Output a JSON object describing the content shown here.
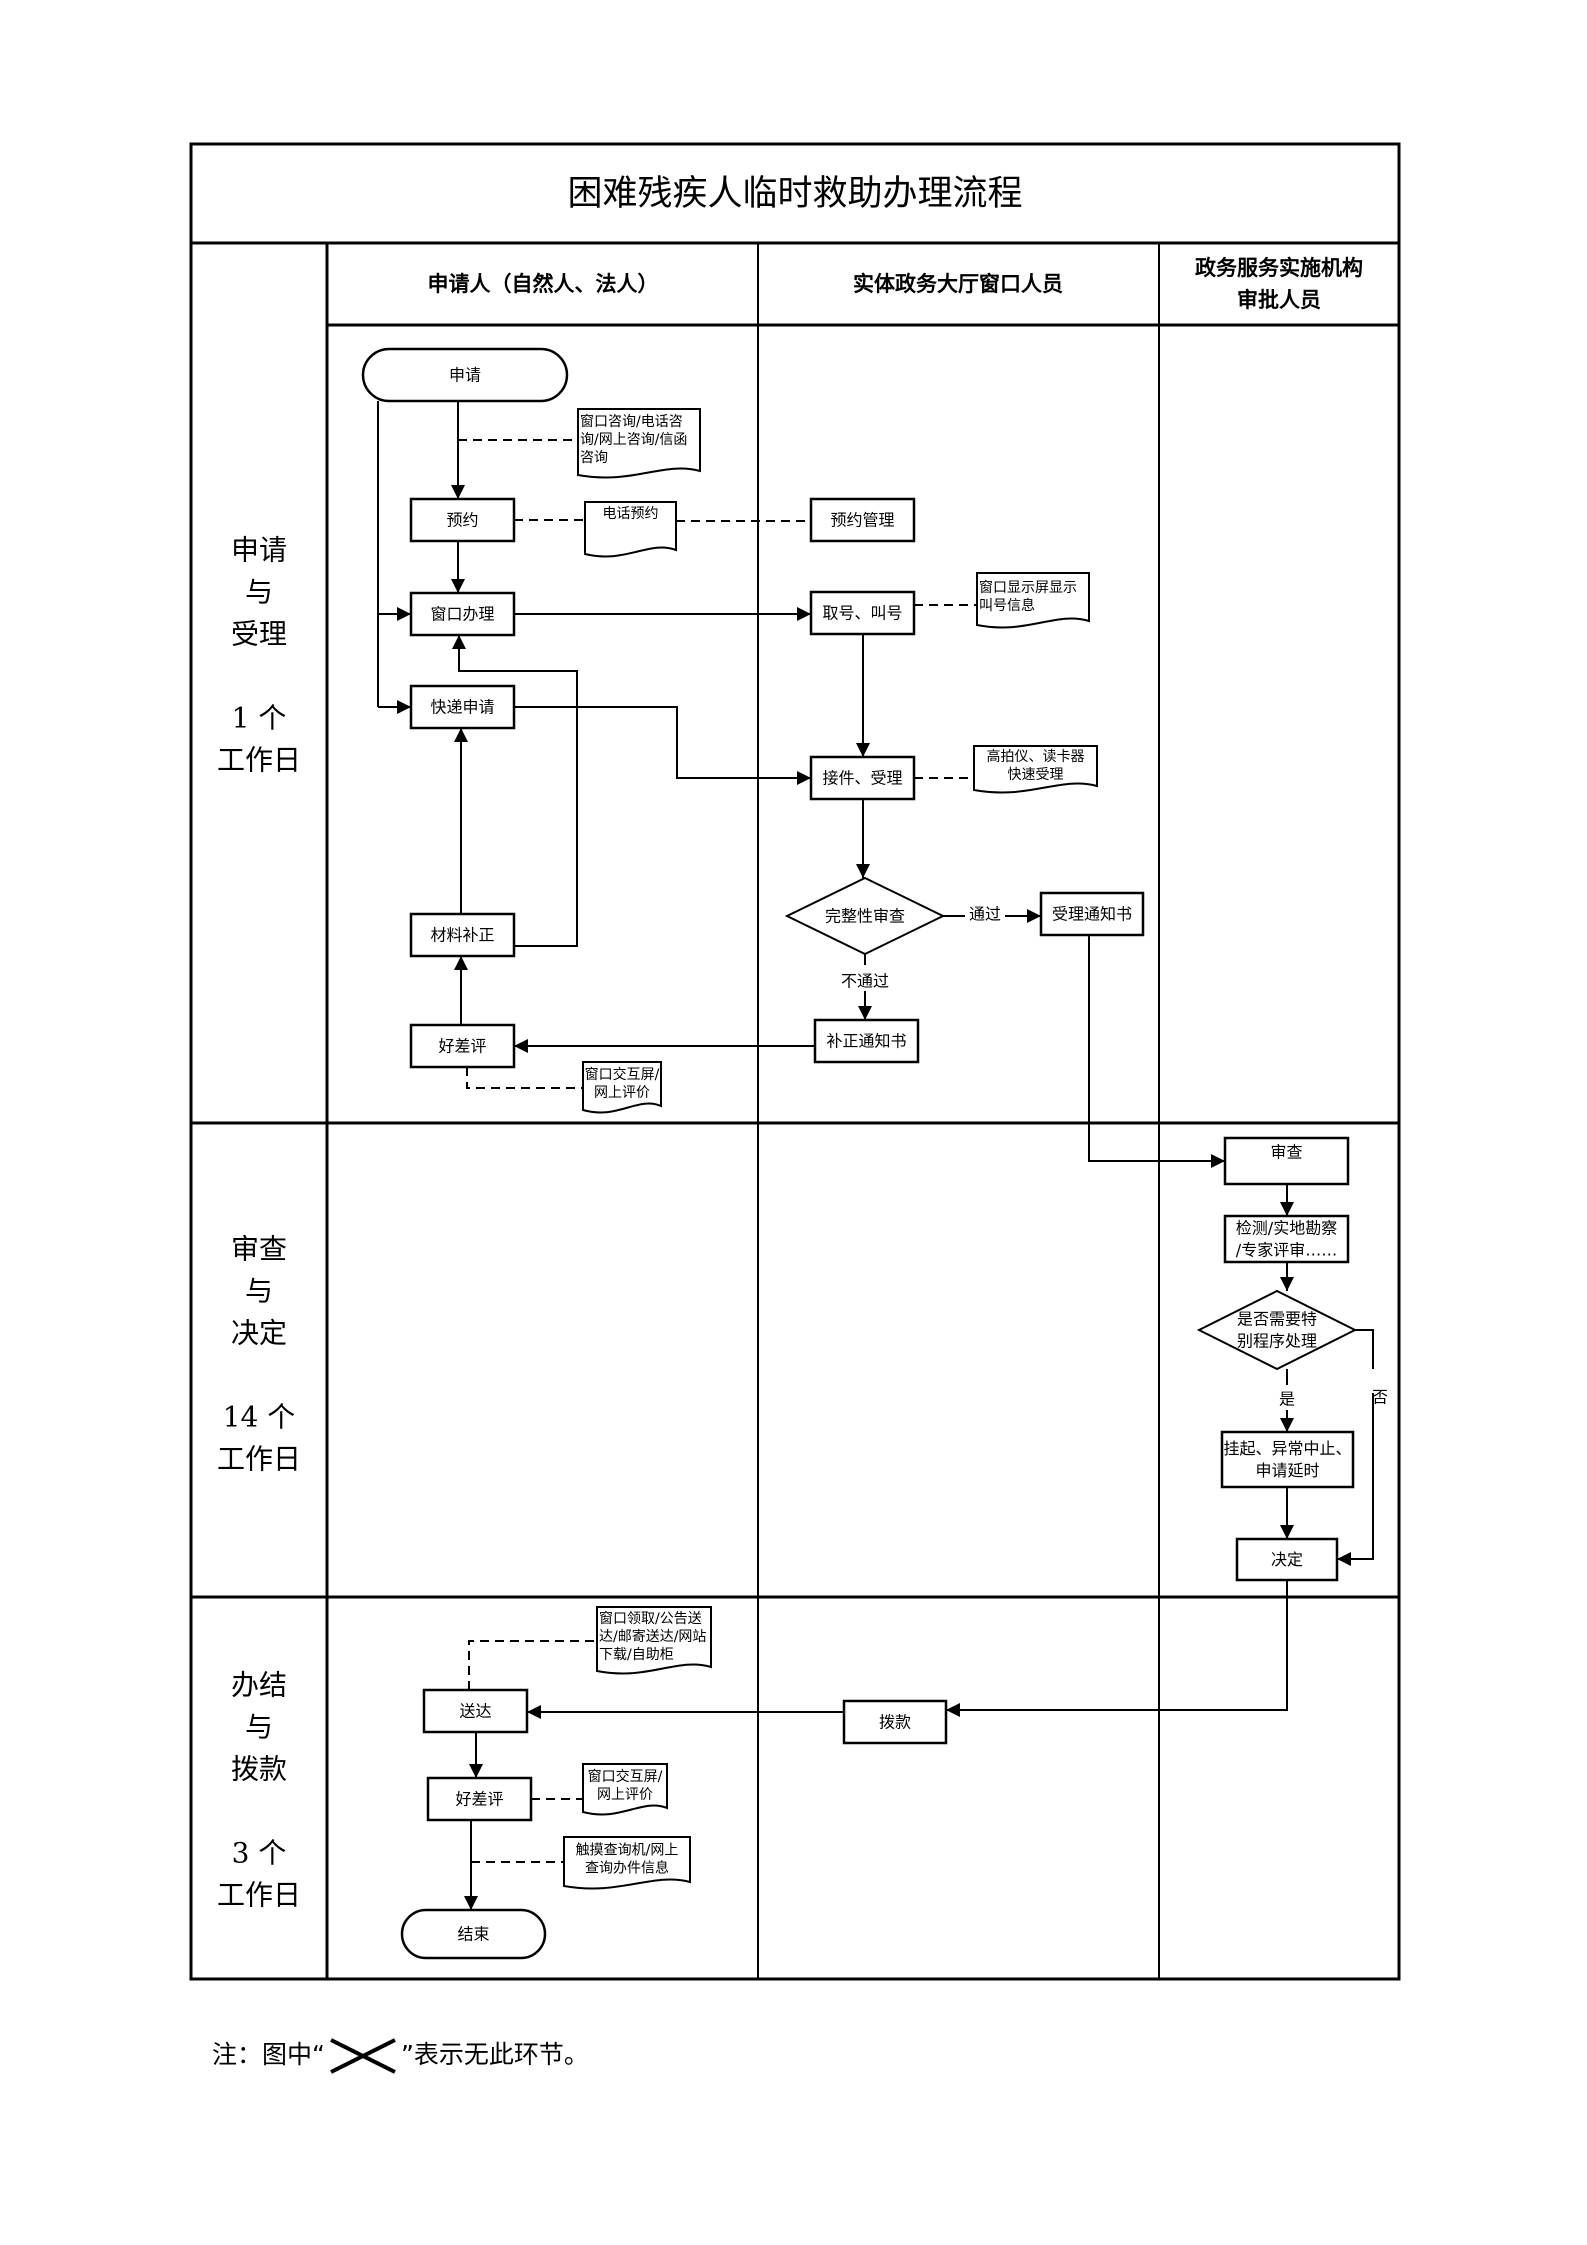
{
  "title": "困难残疾人临时救助办理流程",
  "lanes": [
    {
      "id": "applicant",
      "label": [
        "申请人（自然人、法人）"
      ]
    },
    {
      "id": "window",
      "label": [
        "实体政务大厅窗口人员"
      ]
    },
    {
      "id": "approver",
      "label": [
        "政务服务实施机构",
        "审批人员"
      ]
    }
  ],
  "phases": [
    {
      "id": "accept",
      "lines": [
        "申请",
        "与",
        "受理",
        "",
        "1 个",
        "工作日"
      ]
    },
    {
      "id": "review",
      "lines": [
        "审查",
        "与",
        "决定",
        "",
        "14 个",
        "工作日"
      ]
    },
    {
      "id": "finish",
      "lines": [
        "办结",
        "与",
        "拨款",
        "",
        "3 个",
        "工作日"
      ]
    }
  ],
  "nodes": {
    "apply": {
      "type": "terminal",
      "lines": [
        "申请"
      ]
    },
    "reserve": {
      "type": "process",
      "lines": [
        "预约"
      ]
    },
    "window_handle": {
      "type": "process",
      "lines": [
        "窗口办理"
      ]
    },
    "express_apply": {
      "type": "process",
      "lines": [
        "快递申请"
      ]
    },
    "material_fix": {
      "type": "process",
      "lines": [
        "材料补正"
      ]
    },
    "rating1": {
      "type": "process",
      "lines": [
        "好差评"
      ]
    },
    "reserve_mgmt": {
      "type": "process",
      "lines": [
        "预约管理"
      ]
    },
    "take_number": {
      "type": "process",
      "lines": [
        "取号、叫号"
      ]
    },
    "receive": {
      "type": "process",
      "lines": [
        "接件、受理"
      ]
    },
    "completeness": {
      "type": "decision",
      "lines": [
        "完整性审查"
      ]
    },
    "accept_notice": {
      "type": "process",
      "lines": [
        "受理通知书"
      ]
    },
    "fix_notice": {
      "type": "process",
      "lines": [
        "补正通知书"
      ]
    },
    "review": {
      "type": "process",
      "lines": [
        "审查"
      ]
    },
    "inspect": {
      "type": "process",
      "lines": [
        "检测/实地勘察",
        "/专家评审……"
      ]
    },
    "special": {
      "type": "decision",
      "lines": [
        "是否需要特",
        "别程序处理"
      ]
    },
    "suspend": {
      "type": "process",
      "lines": [
        "挂起、异常中止、",
        "申请延时"
      ]
    },
    "decide": {
      "type": "process",
      "lines": [
        "决定"
      ]
    },
    "payment": {
      "type": "process",
      "lines": [
        "拨款"
      ]
    },
    "deliver": {
      "type": "process",
      "lines": [
        "送达"
      ]
    },
    "rating2": {
      "type": "process",
      "lines": [
        "好差评"
      ]
    },
    "end": {
      "type": "terminal",
      "lines": [
        "结束"
      ]
    }
  },
  "documents": {
    "consult": {
      "lines": [
        "窗口咨询/电话咨",
        "询/网上咨询/信函",
        "咨询"
      ]
    },
    "phone_reserve": {
      "lines": [
        "电话预约"
      ]
    },
    "screen_info": {
      "lines": [
        "窗口显示屏显示",
        "叫号信息"
      ]
    },
    "scanner": {
      "lines": [
        "高拍仪、读卡器",
        "快速受理"
      ]
    },
    "eval1": {
      "lines": [
        "窗口交互屏/",
        "网上评价"
      ]
    },
    "delivery_ways": {
      "lines": [
        "窗口领取/公告送",
        "达/邮寄送达/网站",
        "下载/自助柜"
      ]
    },
    "eval2": {
      "lines": [
        "窗口交互屏/",
        "网上评价"
      ]
    },
    "query": {
      "lines": [
        "触摸查询机/网上",
        "查询办件信息"
      ]
    }
  },
  "edge_labels": {
    "pass": "通过",
    "fail": "不通过",
    "yes": "是",
    "no": "否"
  },
  "note": {
    "prefix": "注：图中“",
    "suffix": "”表示无此环节。",
    "icon": "cross-mark-icon"
  },
  "colors": {
    "line": "#000000",
    "background": "#ffffff"
  }
}
